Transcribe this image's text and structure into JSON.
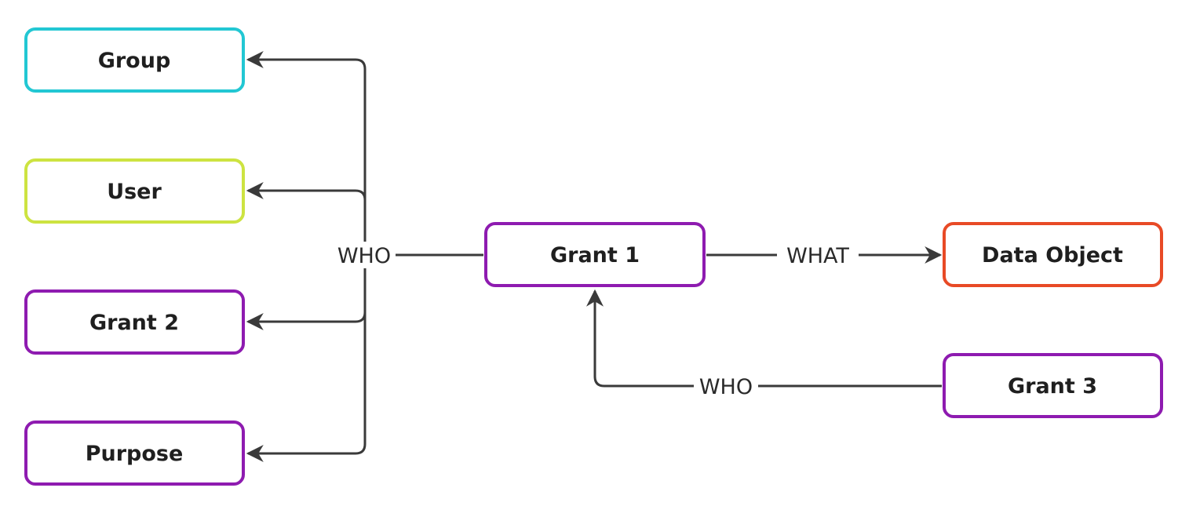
{
  "nodes": {
    "group": {
      "label": "Group",
      "color": "#22c7d3"
    },
    "user": {
      "label": "User",
      "color": "#cde341"
    },
    "grant2": {
      "label": "Grant 2",
      "color": "#8e1bb0"
    },
    "purpose": {
      "label": "Purpose",
      "color": "#8e1bb0"
    },
    "grant1": {
      "label": "Grant 1",
      "color": "#8e1bb0"
    },
    "data_object": {
      "label": "Data Object",
      "color": "#e84a26"
    },
    "grant3": {
      "label": "Grant 3",
      "color": "#8e1bb0"
    }
  },
  "edges": {
    "grant1_who": {
      "label": "WHO",
      "from": "Grant 1",
      "to": [
        "Group",
        "User",
        "Grant 2",
        "Purpose"
      ]
    },
    "grant1_what": {
      "label": "WHAT",
      "from": "Grant 1",
      "to": "Data Object"
    },
    "grant3_who": {
      "label": "WHO",
      "from": "Grant 3",
      "to": "Grant 1"
    }
  },
  "colors": {
    "edge": "#3a3a3a",
    "text": "#1f1f1f"
  }
}
